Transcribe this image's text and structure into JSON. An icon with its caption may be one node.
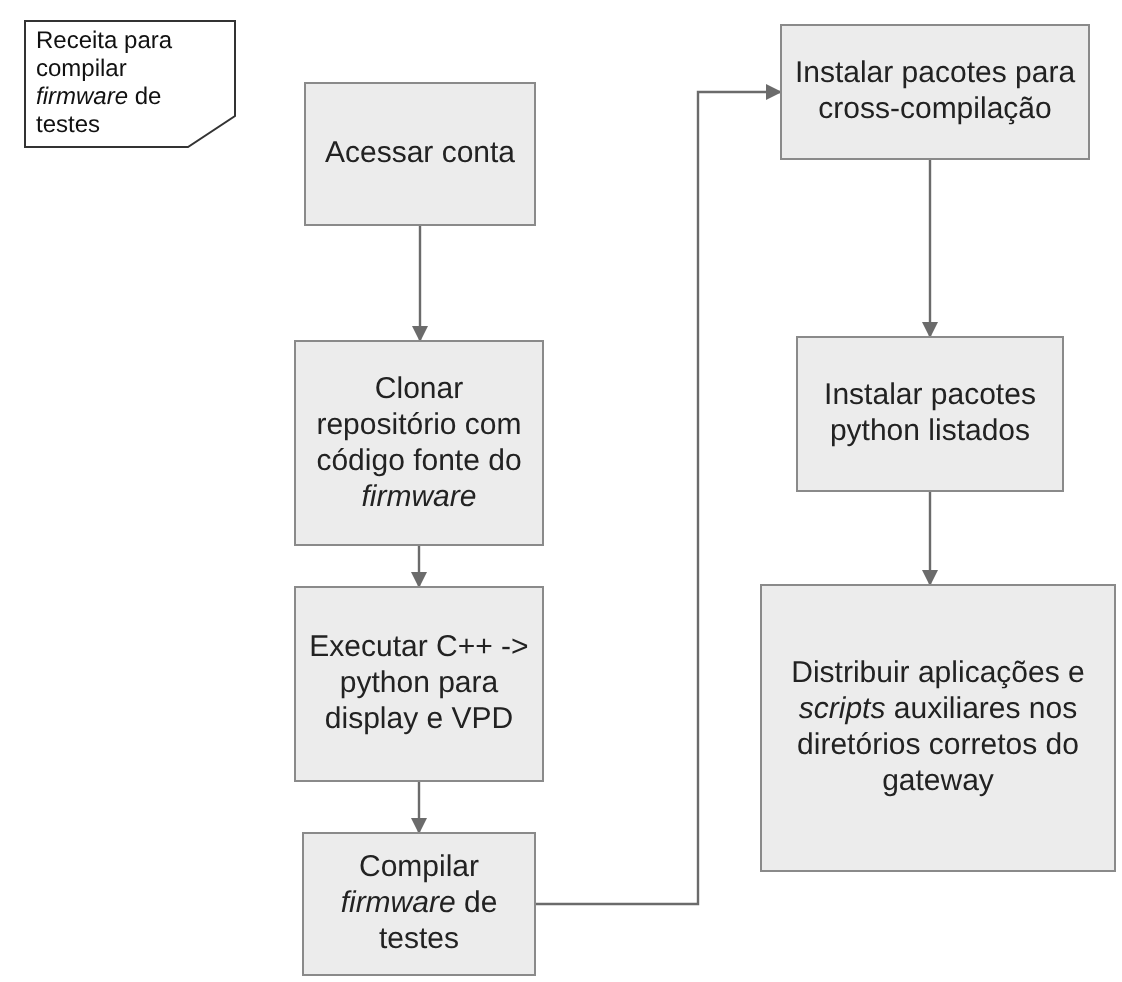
{
  "diagram": {
    "nodes": [
      {
        "text": [
          "Receita para compilar *firmware* de testes"
        ]
      },
      {
        "text": [
          "Acessar conta"
        ]
      },
      {
        "text": [
          "Clonar repositório com código fonte do *firmware*"
        ]
      },
      {
        "text": [
          "Executar C++ -> python para display e VPD"
        ]
      },
      {
        "text": [
          "Compilar *firmware* de testes"
        ]
      },
      {
        "text": [
          "Instalar pacotes para cross-compilação"
        ]
      },
      {
        "text": [
          "Instalar pacotes python listados"
        ]
      },
      {
        "text": [
          "Distribuir aplicações e *scripts* auxiliares nos diretórios corretos do gateway"
        ]
      }
    ],
    "edges": [
      {
        "from": 1,
        "to": 2,
        "arrow": "to"
      },
      {
        "from": 2,
        "to": 3,
        "arrow": "to"
      },
      {
        "from": 3,
        "to": 4,
        "arrow": "to"
      },
      {
        "from": 4,
        "to": 5,
        "arrow": "to"
      },
      {
        "from": 5,
        "to": 6,
        "arrow": "to"
      },
      {
        "from": 6,
        "to": 7,
        "arrow": "to"
      }
    ]
  }
}
